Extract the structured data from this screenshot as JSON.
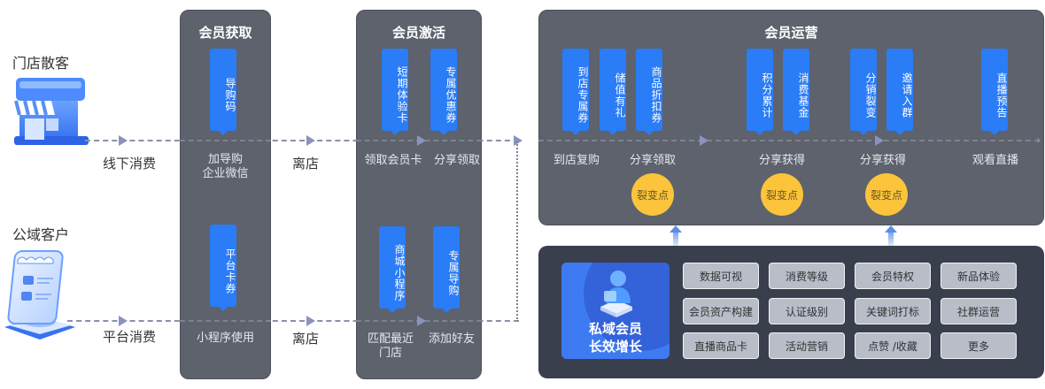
{
  "sources": [
    {
      "label": "门店散客",
      "channel": "线下消费",
      "icon": "store-icon"
    },
    {
      "label": "公域客户",
      "channel": "平台消费",
      "icon": "phone-shop-icon"
    }
  ],
  "stages": {
    "acquire": {
      "title": "会员获取",
      "top_tag": "导购码",
      "top_caption_line1": "加导购",
      "top_caption_line2": "企业微信",
      "bottom_tag": "平台卡券",
      "bottom_caption": "小程序使用"
    },
    "leave_label_top": "离店",
    "leave_label_bottom": "离店",
    "activate": {
      "title": "会员激活",
      "top_tags": [
        "短期体验卡",
        "专属优惠券"
      ],
      "top_captions": [
        "领取会员卡",
        "分享领取"
      ],
      "bottom_tags": [
        "商城小程序",
        "专属导购"
      ],
      "bottom_caption_1_line1": "匹配最近",
      "bottom_caption_1_line2": "门店",
      "bottom_caption_2": "添加好友"
    },
    "operate": {
      "title": "会员运营",
      "tags": [
        "到店专属券",
        "储值有礼",
        "商品折扣券",
        "积分累计",
        "消费基金",
        "分销裂变",
        "邀请入群",
        "直播预告"
      ],
      "captions": [
        "到店复购",
        "分享领取",
        "分享获得",
        "分享获得",
        "观看直播"
      ],
      "fission_label": "裂变点"
    }
  },
  "growth": {
    "title_line1": "私域会员",
    "title_line2": "长效增长",
    "features": [
      [
        "数据可视",
        "消费等级",
        "会员特权",
        "新品体验"
      ],
      [
        "会员资产构建",
        "认证级别",
        "关键词打标",
        "社群运营"
      ],
      [
        "直播商品卡",
        "活动营销",
        "点赞 /收藏",
        "更多"
      ]
    ]
  },
  "colors": {
    "panel": "#5d626d",
    "panel_dark": "#3a3f4d",
    "tag_blue": "#2a7cf7",
    "fission_yellow": "#fbc43a",
    "feature_gray": "#b9bdc8"
  }
}
